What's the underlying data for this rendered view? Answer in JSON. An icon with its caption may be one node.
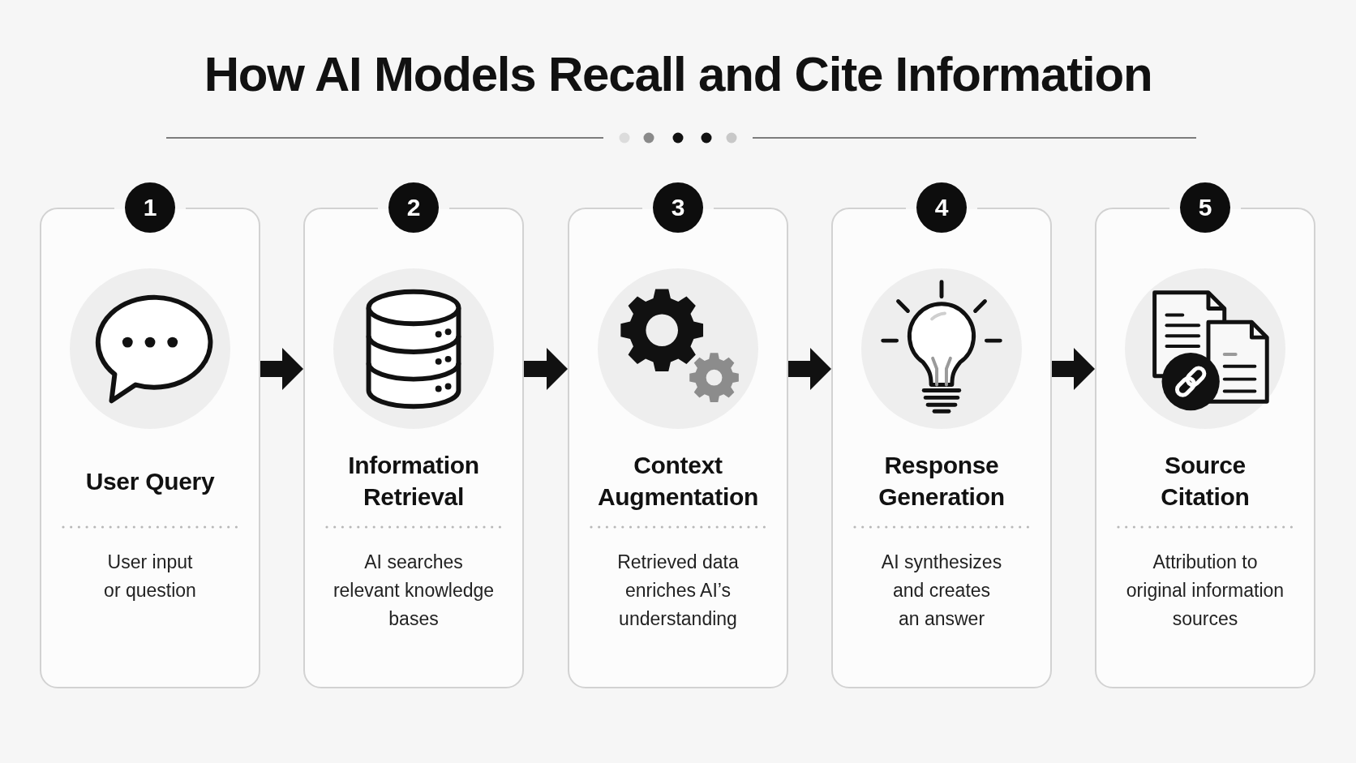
{
  "diagram": {
    "title": "How AI Models Recall and Cite Information",
    "nodes": [
      {
        "text": [
          "1",
          "User Query",
          "User input or question"
        ]
      },
      {
        "text": [
          "2",
          "Information Retrieval",
          "AI searches relevant knowledge bases"
        ]
      },
      {
        "text": [
          "3",
          "Context Augmentation",
          "Retrieved data enriches AI’s understanding"
        ]
      },
      {
        "text": [
          "4",
          "Response Generation",
          "AI synthesizes and creates an answer"
        ]
      },
      {
        "text": [
          "5",
          "Source Citation",
          "Attribution to original information sources"
        ]
      }
    ],
    "edges": [
      {
        "from": 0,
        "to": 1,
        "arrow": "to"
      },
      {
        "from": 1,
        "to": 2,
        "arrow": "to"
      },
      {
        "from": 2,
        "to": 3,
        "arrow": "to"
      },
      {
        "from": 3,
        "to": 4,
        "arrow": "to"
      }
    ]
  }
}
